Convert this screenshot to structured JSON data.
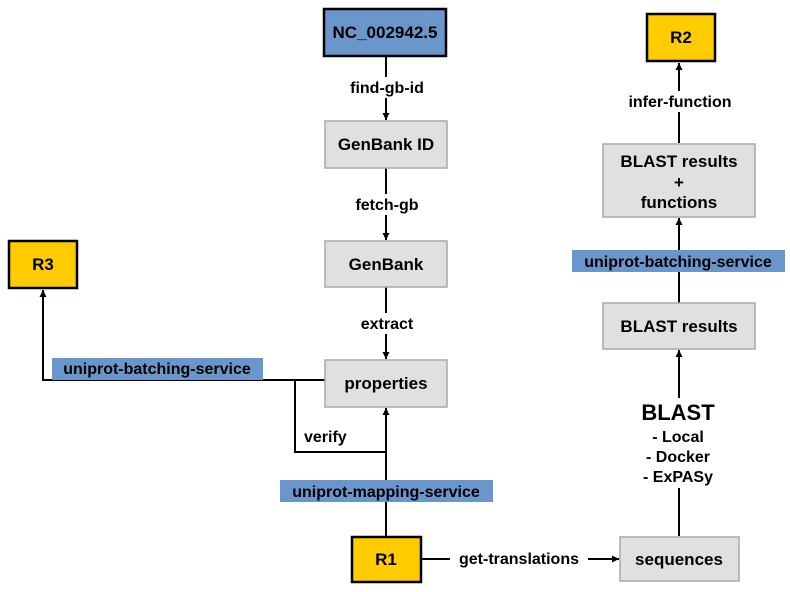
{
  "nodes": {
    "accession": "NC_002942.5",
    "genbank_id": "GenBank ID",
    "genbank": "GenBank",
    "properties": "properties",
    "r1": "R1",
    "r2": "R2",
    "r3": "R3",
    "sequences": "sequences",
    "blast_results": "BLAST results",
    "blast_functions": [
      "BLAST results",
      "+",
      "functions"
    ]
  },
  "edges": {
    "find_gb_id": "find-gb-id",
    "fetch_gb": "fetch-gb",
    "extract": "extract",
    "verify": "verify",
    "uniprot_mapping": "uniprot-mapping-service",
    "uniprot_batching_left": "uniprot-batching-service",
    "uniprot_batching_right": "uniprot-batching-service",
    "get_translations": "get-translations",
    "infer_function": "infer-function"
  },
  "blast": {
    "title": "BLAST",
    "options": [
      "- Local",
      "- Docker",
      "- ExPASy"
    ]
  },
  "colors": {
    "highlight": "#6a96cc",
    "gold": "#ffcc00",
    "gray": "#e0e0e0"
  }
}
